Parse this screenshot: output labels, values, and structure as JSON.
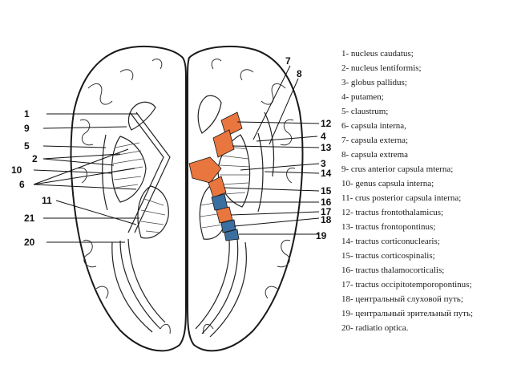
{
  "colors": {
    "outline": "#1a1a1a",
    "internal_capsule_fill": "#e8763e",
    "blue_segment_fill": "#3a6fa0"
  },
  "diagram": {
    "number_labels": [
      "1",
      "9",
      "5",
      "2",
      "10",
      "6",
      "11",
      "21",
      "20",
      "7",
      "8",
      "12",
      "4",
      "13",
      "3",
      "14",
      "15",
      "16",
      "17",
      "18",
      "19"
    ]
  },
  "legend": [
    "1- nucleus caudatus;",
    "2- nucleus lentiformis;",
    "3- globus pallidus;",
    "4- putamen;",
    "5- claustrum;",
    "6- capsula interna,",
    "7- capsula externa;",
    "8- capsula extrema",
    "9- crus anterior capsula mterna;",
    "10- genus capsula interna;",
    "11- crus posterior capsula interna;",
    "12- tractus frontothalamicus;",
    "13- tractus frontopontinus;",
    "14- tractus corticonuclearis;",
    "15- tractus corticospinalis;",
    "16- tractus thalamocorticalis;",
    "17- tractus occipitotemporopontinus;",
    "18- центральный слуховой путь;",
    "19- центральный зрительный путь;",
    "20- radiatio optica."
  ]
}
